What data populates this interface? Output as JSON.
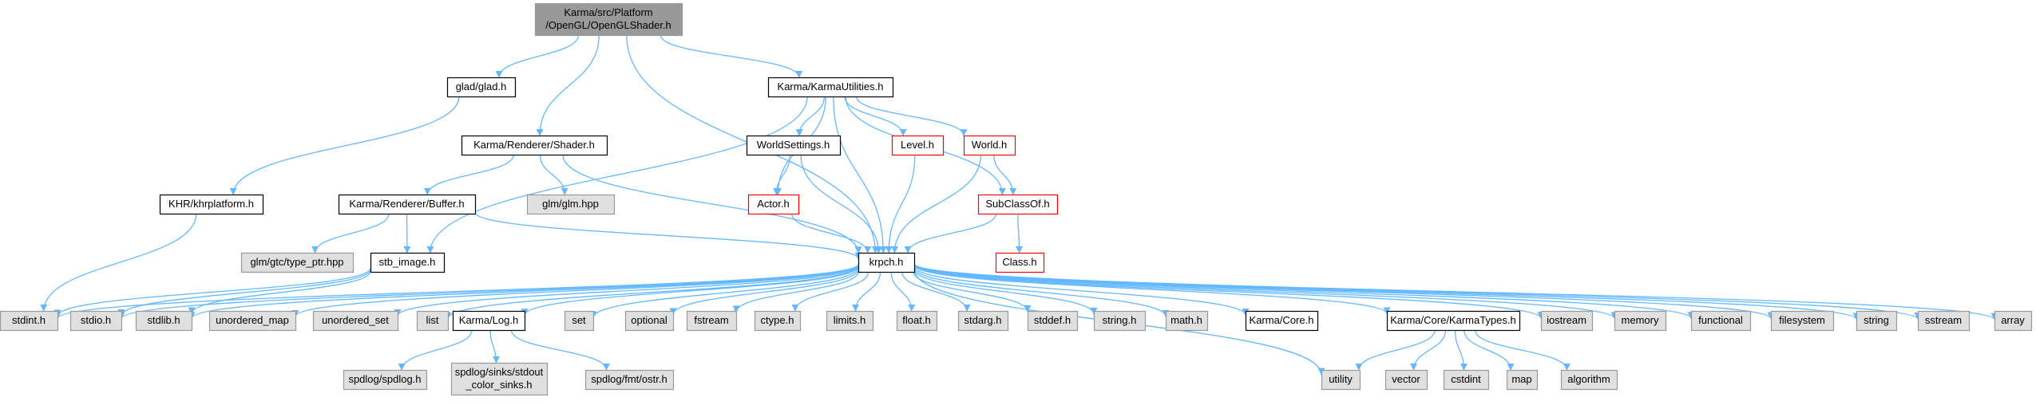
{
  "colors": {
    "edge": "#63b8ff",
    "root_fill": "#999999",
    "normal_fill": "#ffffff",
    "normal_stroke": "#000000",
    "missing_fill": "#e0e0e0",
    "missing_stroke": "#999999",
    "red_stroke": "#ff0000",
    "text": "#000000"
  },
  "nodes": [
    {
      "id": "root",
      "style": "root",
      "lines": [
        "Karma/src/Platform",
        "/OpenGL/OpenGLShader.h"
      ]
    },
    {
      "id": "glad",
      "style": "normal",
      "lines": [
        "glad/glad.h"
      ]
    },
    {
      "id": "khr",
      "style": "normal",
      "lines": [
        "KHR/khrplatform.h"
      ]
    },
    {
      "id": "shader",
      "style": "normal",
      "lines": [
        "Karma/Renderer/Shader.h"
      ]
    },
    {
      "id": "buffer",
      "style": "normal",
      "lines": [
        "Karma/Renderer/Buffer.h"
      ]
    },
    {
      "id": "glm",
      "style": "missing",
      "lines": [
        "glm/glm.hpp"
      ]
    },
    {
      "id": "typeptr",
      "style": "missing",
      "lines": [
        "glm/gtc/type_ptr.hpp"
      ]
    },
    {
      "id": "stbimage",
      "style": "normal",
      "lines": [
        "stb_image.h"
      ]
    },
    {
      "id": "karmautil",
      "style": "normal",
      "lines": [
        "Karma/KarmaUtilities.h"
      ]
    },
    {
      "id": "worldsettings",
      "style": "normal",
      "lines": [
        "WorldSettings.h"
      ]
    },
    {
      "id": "level",
      "style": "red",
      "lines": [
        "Level.h"
      ]
    },
    {
      "id": "world",
      "style": "red",
      "lines": [
        "World.h"
      ]
    },
    {
      "id": "actor",
      "style": "red",
      "lines": [
        "Actor.h"
      ]
    },
    {
      "id": "subclassof",
      "style": "red",
      "lines": [
        "SubClassOf.h"
      ]
    },
    {
      "id": "class",
      "style": "red",
      "lines": [
        "Class.h"
      ]
    },
    {
      "id": "krpch",
      "style": "normal",
      "lines": [
        "krpch.h"
      ]
    },
    {
      "id": "stdint",
      "style": "missing",
      "lines": [
        "stdint.h"
      ]
    },
    {
      "id": "stdio",
      "style": "missing",
      "lines": [
        "stdio.h"
      ]
    },
    {
      "id": "stdlib",
      "style": "missing",
      "lines": [
        "stdlib.h"
      ]
    },
    {
      "id": "unordered_map",
      "style": "missing",
      "lines": [
        "unordered_map"
      ]
    },
    {
      "id": "unordered_set",
      "style": "missing",
      "lines": [
        "unordered_set"
      ]
    },
    {
      "id": "list",
      "style": "missing",
      "lines": [
        "list"
      ]
    },
    {
      "id": "karmalog",
      "style": "normal",
      "lines": [
        "Karma/Log.h"
      ]
    },
    {
      "id": "set",
      "style": "missing",
      "lines": [
        "set"
      ]
    },
    {
      "id": "optional",
      "style": "missing",
      "lines": [
        "optional"
      ]
    },
    {
      "id": "fstream",
      "style": "missing",
      "lines": [
        "fstream"
      ]
    },
    {
      "id": "ctype",
      "style": "missing",
      "lines": [
        "ctype.h"
      ]
    },
    {
      "id": "limits",
      "style": "missing",
      "lines": [
        "limits.h"
      ]
    },
    {
      "id": "float",
      "style": "missing",
      "lines": [
        "float.h"
      ]
    },
    {
      "id": "stdarg",
      "style": "missing",
      "lines": [
        "stdarg.h"
      ]
    },
    {
      "id": "stddef",
      "style": "missing",
      "lines": [
        "stddef.h"
      ]
    },
    {
      "id": "string_h",
      "style": "missing",
      "lines": [
        "string.h"
      ]
    },
    {
      "id": "math",
      "style": "missing",
      "lines": [
        "math.h"
      ]
    },
    {
      "id": "karmacore",
      "style": "normal",
      "lines": [
        "Karma/Core.h"
      ]
    },
    {
      "id": "karmatypes",
      "style": "normal",
      "lines": [
        "Karma/Core/KarmaTypes.h"
      ]
    },
    {
      "id": "iostream",
      "style": "missing",
      "lines": [
        "iostream"
      ]
    },
    {
      "id": "memory",
      "style": "missing",
      "lines": [
        "memory"
      ]
    },
    {
      "id": "functional",
      "style": "missing",
      "lines": [
        "functional"
      ]
    },
    {
      "id": "filesystem",
      "style": "missing",
      "lines": [
        "filesystem"
      ]
    },
    {
      "id": "string",
      "style": "missing",
      "lines": [
        "string"
      ]
    },
    {
      "id": "sstream",
      "style": "missing",
      "lines": [
        "sstream"
      ]
    },
    {
      "id": "array",
      "style": "missing",
      "lines": [
        "array"
      ]
    },
    {
      "id": "spdlog",
      "style": "missing",
      "lines": [
        "spdlog/spdlog.h"
      ]
    },
    {
      "id": "spdlogsinks",
      "style": "missing",
      "lines": [
        "spdlog/sinks/stdout",
        "_color_sinks.h"
      ]
    },
    {
      "id": "spdlogfmt",
      "style": "missing",
      "lines": [
        "spdlog/fmt/ostr.h"
      ]
    },
    {
      "id": "utility",
      "style": "missing",
      "lines": [
        "utility"
      ]
    },
    {
      "id": "vector",
      "style": "missing",
      "lines": [
        "vector"
      ]
    },
    {
      "id": "cstdint",
      "style": "missing",
      "lines": [
        "cstdint"
      ]
    },
    {
      "id": "map",
      "style": "missing",
      "lines": [
        "map"
      ]
    },
    {
      "id": "algorithm",
      "style": "missing",
      "lines": [
        "algorithm"
      ]
    }
  ],
  "edges": [
    [
      "root",
      "glad"
    ],
    [
      "root",
      "shader"
    ],
    [
      "root",
      "krpch"
    ],
    [
      "root",
      "karmautil"
    ],
    [
      "glad",
      "khr"
    ],
    [
      "khr",
      "stdint"
    ],
    [
      "shader",
      "buffer"
    ],
    [
      "shader",
      "glm"
    ],
    [
      "shader",
      "krpch"
    ],
    [
      "buffer",
      "typeptr"
    ],
    [
      "buffer",
      "stbimage"
    ],
    [
      "buffer",
      "krpch"
    ],
    [
      "stbimage",
      "stdio"
    ],
    [
      "stbimage",
      "stdlib"
    ],
    [
      "stbimage",
      "stdint"
    ],
    [
      "karmautil",
      "stbimage"
    ],
    [
      "karmautil",
      "actor"
    ],
    [
      "karmautil",
      "worldsettings"
    ],
    [
      "karmautil",
      "krpch"
    ],
    [
      "karmautil",
      "level"
    ],
    [
      "karmautil",
      "world"
    ],
    [
      "karmautil",
      "subclassof"
    ],
    [
      "worldsettings",
      "actor"
    ],
    [
      "worldsettings",
      "krpch"
    ],
    [
      "level",
      "krpch"
    ],
    [
      "world",
      "krpch"
    ],
    [
      "world",
      "subclassof"
    ],
    [
      "actor",
      "krpch"
    ],
    [
      "subclassof",
      "krpch"
    ],
    [
      "subclassof",
      "class"
    ],
    [
      "krpch",
      "stdint"
    ],
    [
      "krpch",
      "stdio"
    ],
    [
      "krpch",
      "stdlib"
    ],
    [
      "krpch",
      "unordered_map"
    ],
    [
      "krpch",
      "unordered_set"
    ],
    [
      "krpch",
      "list"
    ],
    [
      "krpch",
      "karmalog"
    ],
    [
      "krpch",
      "set"
    ],
    [
      "krpch",
      "optional"
    ],
    [
      "krpch",
      "fstream"
    ],
    [
      "krpch",
      "ctype"
    ],
    [
      "krpch",
      "limits"
    ],
    [
      "krpch",
      "float"
    ],
    [
      "krpch",
      "stdarg"
    ],
    [
      "krpch",
      "stddef"
    ],
    [
      "krpch",
      "string_h"
    ],
    [
      "krpch",
      "math"
    ],
    [
      "krpch",
      "karmacore"
    ],
    [
      "krpch",
      "utility"
    ],
    [
      "krpch",
      "karmatypes"
    ],
    [
      "krpch",
      "iostream"
    ],
    [
      "krpch",
      "memory"
    ],
    [
      "krpch",
      "functional"
    ],
    [
      "krpch",
      "filesystem"
    ],
    [
      "krpch",
      "string"
    ],
    [
      "krpch",
      "sstream"
    ],
    [
      "krpch",
      "array"
    ],
    [
      "karmalog",
      "spdlog"
    ],
    [
      "karmalog",
      "spdlogsinks"
    ],
    [
      "karmalog",
      "spdlogfmt"
    ],
    [
      "karmatypes",
      "utility"
    ],
    [
      "karmatypes",
      "vector"
    ],
    [
      "karmatypes",
      "cstdint"
    ],
    [
      "karmatypes",
      "map"
    ],
    [
      "karmatypes",
      "algorithm"
    ]
  ]
}
